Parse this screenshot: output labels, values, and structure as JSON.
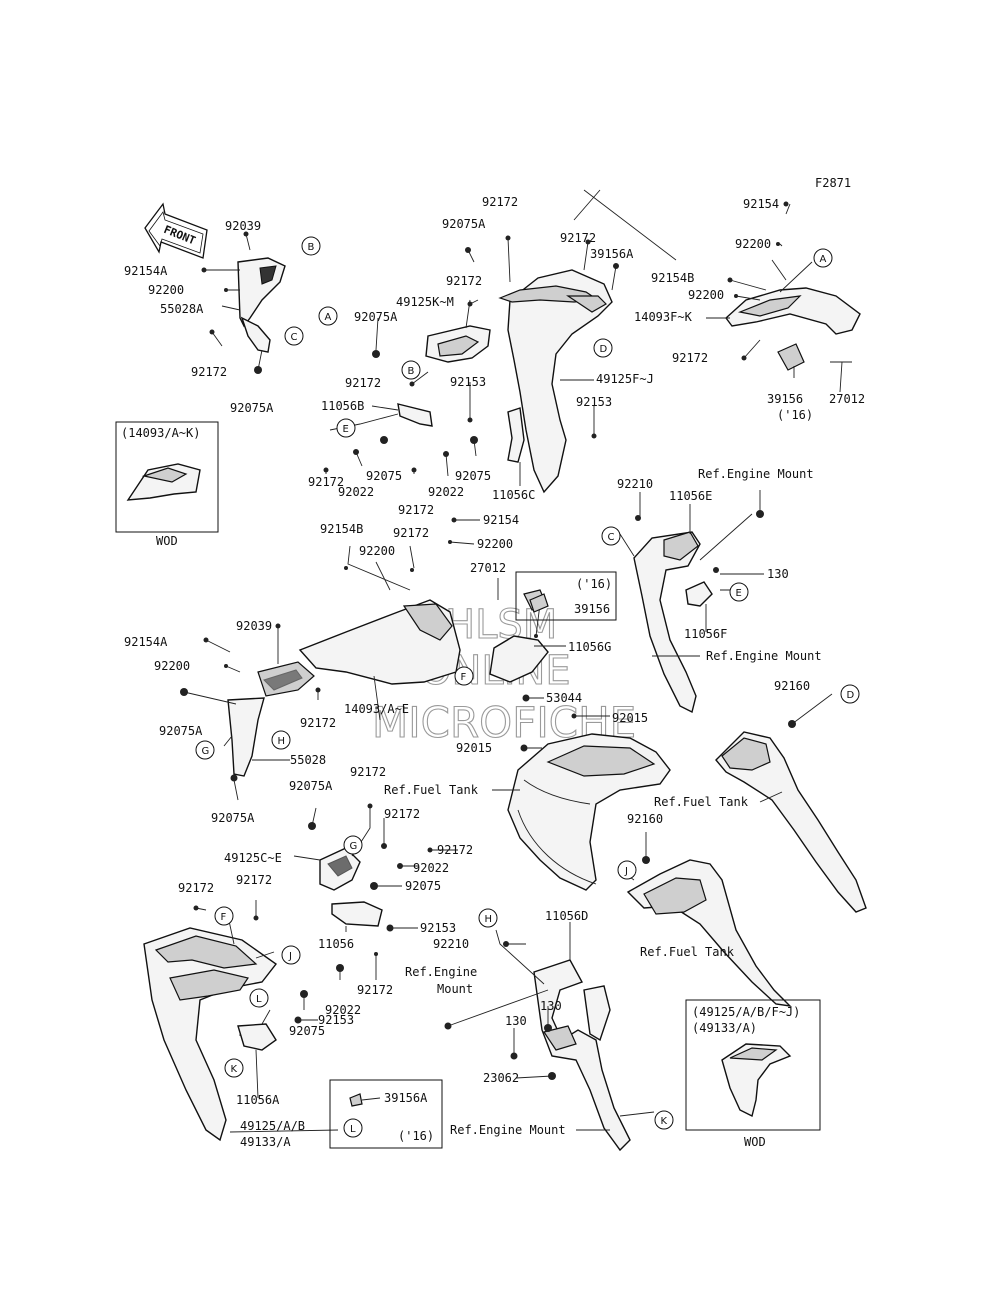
{
  "figure_code": "F2871",
  "front_arrow": "FRONT",
  "watermark": [
    "HLSM",
    "ONLINE",
    "MICROFICHE"
  ],
  "inset_boxes": {
    "top_left": {
      "title": "(14093/A~K)",
      "note": "WOD"
    },
    "bottom_right": {
      "title_1": "(49125/A/B/F~J)",
      "title_2": "(49133/A)",
      "note": "WOD"
    },
    "bottom_mid": {
      "part": "39156A",
      "year": "('16)"
    },
    "mid_right": {
      "year": "('16)",
      "part": "39156"
    }
  },
  "labels": [
    {
      "id": "t1",
      "text": "92039"
    },
    {
      "id": "t2",
      "text": "92154A"
    },
    {
      "id": "t3",
      "text": "92200"
    },
    {
      "id": "t4",
      "text": "55028A"
    },
    {
      "id": "t5",
      "text": "92172"
    },
    {
      "id": "t6",
      "text": "92075A"
    },
    {
      "id": "t7",
      "text": "92172"
    },
    {
      "id": "t8",
      "text": "92075A"
    },
    {
      "id": "t9",
      "text": "92172"
    },
    {
      "id": "t10",
      "text": "39156A"
    },
    {
      "id": "t11",
      "text": "92172"
    },
    {
      "id": "t12",
      "text": "49125K~M"
    },
    {
      "id": "t13",
      "text": "92075A"
    },
    {
      "id": "t14",
      "text": "92172"
    },
    {
      "id": "t15",
      "text": "92153"
    },
    {
      "id": "t16",
      "text": "49125F~J"
    },
    {
      "id": "t17",
      "text": "11056B"
    },
    {
      "id": "t18",
      "text": "92153"
    },
    {
      "id": "t19",
      "text": "92075"
    },
    {
      "id": "t20",
      "text": "92075"
    },
    {
      "id": "t21",
      "text": "92172"
    },
    {
      "id": "t22",
      "text": "92022"
    },
    {
      "id": "t23",
      "text": "92022"
    },
    {
      "id": "t24",
      "text": "92172"
    },
    {
      "id": "t25",
      "text": "11056C"
    },
    {
      "id": "t26",
      "text": "92154"
    },
    {
      "id": "t27",
      "text": "92200"
    },
    {
      "id": "t28",
      "text": "92154B"
    },
    {
      "id": "t29",
      "text": "92200"
    },
    {
      "id": "t30",
      "text": "14093F~K"
    },
    {
      "id": "t31",
      "text": "92172"
    },
    {
      "id": "t32",
      "text": "39156"
    },
    {
      "id": "t33",
      "text": "('16)"
    },
    {
      "id": "t34",
      "text": "27012"
    },
    {
      "id": "t35",
      "text": "92210"
    },
    {
      "id": "t36",
      "text": "11056E"
    },
    {
      "id": "t37",
      "text": "Ref.Engine Mount"
    },
    {
      "id": "t38",
      "text": "130"
    },
    {
      "id": "t39",
      "text": "11056F"
    },
    {
      "id": "t40",
      "text": "Ref.Engine Mount"
    },
    {
      "id": "t41",
      "text": "92154"
    },
    {
      "id": "t42",
      "text": "92200"
    },
    {
      "id": "t43",
      "text": "92154B"
    },
    {
      "id": "t44",
      "text": "92172"
    },
    {
      "id": "t45",
      "text": "92200"
    },
    {
      "id": "t46",
      "text": "27012"
    },
    {
      "id": "t47",
      "text": "92154A"
    },
    {
      "id": "t48",
      "text": "92039"
    },
    {
      "id": "t49",
      "text": "92200"
    },
    {
      "id": "t50",
      "text": "11056G"
    },
    {
      "id": "t51",
      "text": "92075A"
    },
    {
      "id": "t52",
      "text": "92172"
    },
    {
      "id": "t53",
      "text": "14093/A~E"
    },
    {
      "id": "t54",
      "text": "53044"
    },
    {
      "id": "t55",
      "text": "92015"
    },
    {
      "id": "t56",
      "text": "55028"
    },
    {
      "id": "t57",
      "text": "92015"
    },
    {
      "id": "t58",
      "text": "92075A"
    },
    {
      "id": "t59",
      "text": "Ref.Fuel Tank"
    },
    {
      "id": "t60",
      "text": "92160"
    },
    {
      "id": "t61",
      "text": "Ref.Fuel Tank"
    },
    {
      "id": "t62",
      "text": "92172"
    },
    {
      "id": "t63",
      "text": "92075A"
    },
    {
      "id": "t64",
      "text": "92172"
    },
    {
      "id": "t65",
      "text": "92160"
    },
    {
      "id": "t66",
      "text": "49125C~E"
    },
    {
      "id": "t67",
      "text": "92172"
    },
    {
      "id": "t68",
      "text": "92022"
    },
    {
      "id": "t69",
      "text": "92075"
    },
    {
      "id": "t70",
      "text": "92172"
    },
    {
      "id": "t71",
      "text": "92172"
    },
    {
      "id": "t72",
      "text": "92153"
    },
    {
      "id": "t73",
      "text": "11056"
    },
    {
      "id": "t74",
      "text": "92210"
    },
    {
      "id": "t75",
      "text": "11056D"
    },
    {
      "id": "t76",
      "text": "Ref.Fuel Tank"
    },
    {
      "id": "t77",
      "text": "Ref.Engine"
    },
    {
      "id": "t78",
      "text": "Mount"
    },
    {
      "id": "t79",
      "text": "92172"
    },
    {
      "id": "t80",
      "text": "92022"
    },
    {
      "id": "t81",
      "text": "92075"
    },
    {
      "id": "t82",
      "text": "130"
    },
    {
      "id": "t83",
      "text": "130"
    },
    {
      "id": "t84",
      "text": "92153"
    },
    {
      "id": "t85",
      "text": "23062"
    },
    {
      "id": "t86",
      "text": "11056A"
    },
    {
      "id": "t87",
      "text": "Ref.Engine Mount"
    },
    {
      "id": "t88",
      "text": "49125/A/B"
    },
    {
      "id": "t89",
      "text": "49133/A"
    }
  ],
  "callouts": [
    "A",
    "B",
    "C",
    "D",
    "E",
    "F",
    "G",
    "H",
    "J",
    "K",
    "L"
  ]
}
